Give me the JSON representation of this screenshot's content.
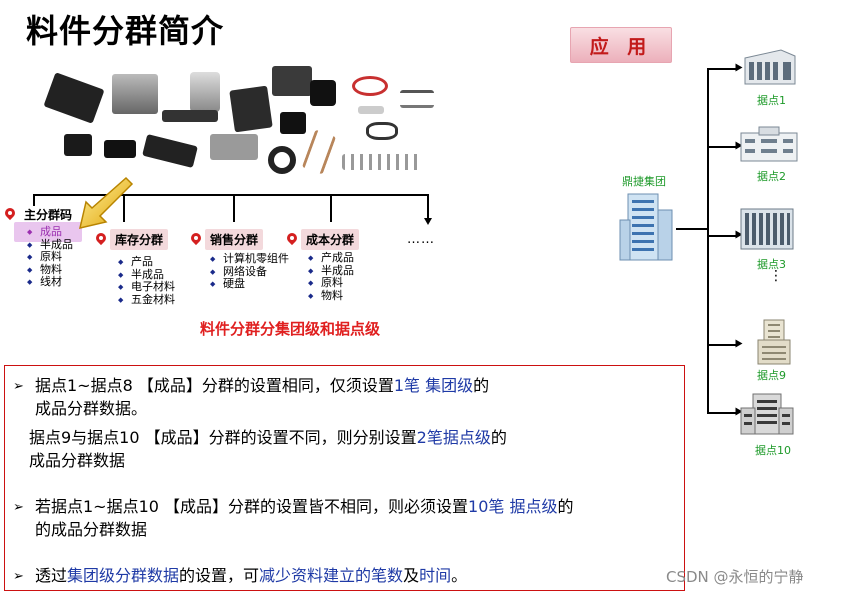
{
  "title": "料件分群简介",
  "structure": {
    "main": {
      "label": "主分群码",
      "items": [
        "成品",
        "半成品",
        "原料",
        "物料",
        "线材"
      ],
      "highlighted_index": 0
    },
    "inventory": {
      "label": "库存分群",
      "items": [
        "产品",
        "半成品",
        "电子材料",
        "五金材料"
      ]
    },
    "sales": {
      "label": "销售分群",
      "items": [
        "计算机零组件",
        "网络设备",
        "硬盘"
      ]
    },
    "cost": {
      "label": "成本分群",
      "items": [
        "产成品",
        "半成品",
        "原料",
        "物料"
      ]
    },
    "more": "……",
    "caption": "料件分群分集团级和据点级"
  },
  "application": {
    "badge": "应 用",
    "hq": "鼎捷集团",
    "sites": [
      "据点1",
      "据点2",
      "据点3",
      "据点9",
      "据点10"
    ],
    "dots": "⋮"
  },
  "notes": [
    {
      "marker": "➢",
      "line1": [
        {
          "t": "据点1~据点8 【成品】分群的设置相同，仅须设置",
          "blue": false
        },
        {
          "t": "1笔 集团级",
          "blue": true
        },
        {
          "t": "的",
          "blue": false
        }
      ],
      "line2": [
        {
          "t": "成品分群数据。",
          "blue": false
        }
      ]
    },
    {
      "marker": "",
      "line1": [
        {
          "t": "据点9与据点10 【成品】分群的设置不同，则分别设置",
          "blue": false
        },
        {
          "t": "2笔据点级",
          "blue": true
        },
        {
          "t": "的",
          "blue": false
        }
      ],
      "line2": [
        {
          "t": "成品分群数据",
          "blue": false
        }
      ]
    },
    {
      "marker": "➢",
      "line1": [
        {
          "t": "若据点1~据点10 【成品】分群的设置皆不相同，则必须设置",
          "blue": false
        },
        {
          "t": "10笔 据点级",
          "blue": true
        },
        {
          "t": "的",
          "blue": false
        }
      ],
      "line2": [
        {
          "t": "的成品分群数据",
          "blue": false
        }
      ]
    },
    {
      "marker": "➢",
      "line1": [
        {
          "t": "透过",
          "blue": false
        },
        {
          "t": "集团级分群数据",
          "blue": true
        },
        {
          "t": "的设置，可",
          "blue": false
        },
        {
          "t": "减少资料建立的笔数",
          "blue": true
        },
        {
          "t": "及",
          "blue": false
        },
        {
          "t": "时间",
          "blue": true
        },
        {
          "t": "。",
          "blue": false
        }
      ],
      "line2": []
    }
  ],
  "watermark": "CSDN @永恒的宁静",
  "colors": {
    "accent_red": "#e02020",
    "pin_red": "#d42020",
    "highlight_purple": "#9b2fb0",
    "site_green": "#1e9a2a",
    "note_blue": "#1f3aa6",
    "box_border": "#cc1111"
  }
}
